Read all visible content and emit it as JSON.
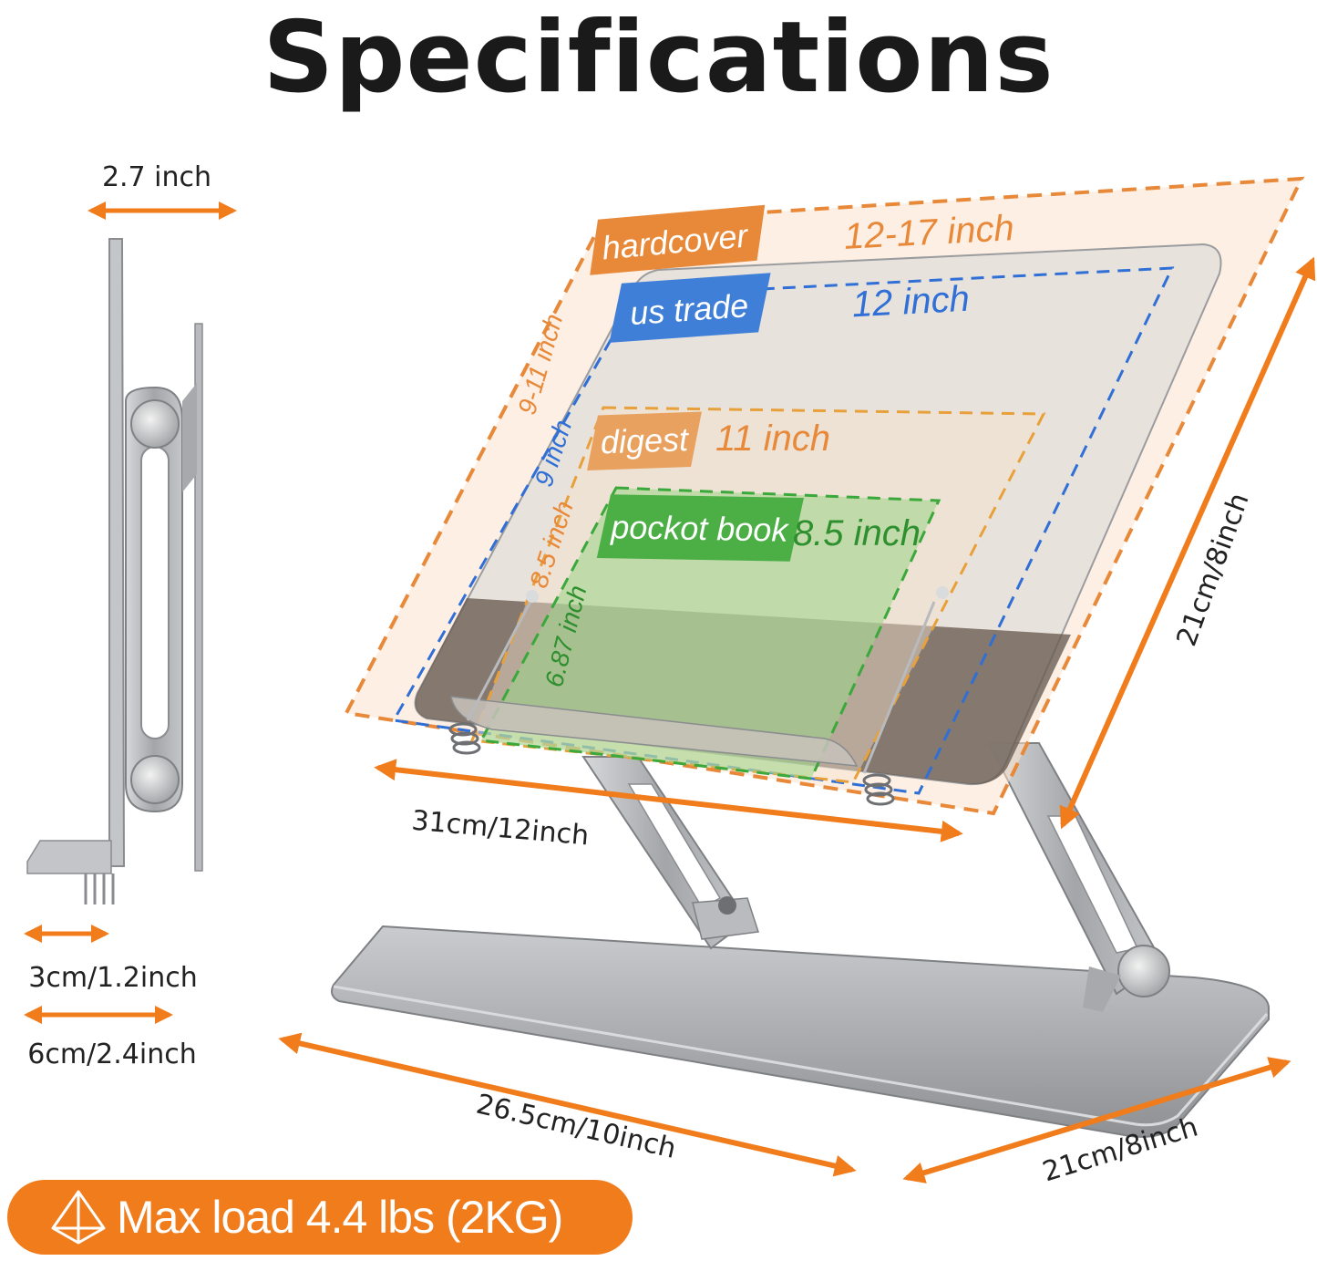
{
  "title": "Specifications",
  "colors": {
    "accent": "#f07c1c",
    "blue": "#2f6fd6",
    "green": "#3aa83a",
    "metal": "#a9abae"
  },
  "side_view": {
    "top_width": "2.7 inch",
    "foot_small": "3cm/1.2inch",
    "foot_large": "6cm/2.4inch"
  },
  "front_view": {
    "shelf_width": "31cm/12inch",
    "panel_height": "21cm/8inch",
    "base_width": "26.5cm/10inch",
    "base_depth": "21cm/8inch"
  },
  "book_sizes": [
    {
      "label": "hardcover",
      "width": "12-17 inch",
      "height": "9-11 inch",
      "color": "#e8893a"
    },
    {
      "label": "us trade",
      "width": "12 inch",
      "height": "9 inch",
      "color": "#2f6fd6"
    },
    {
      "label": "digest",
      "width": "11 inch",
      "height": "8.5 inch",
      "color": "#e8893a"
    },
    {
      "label": "pockot book",
      "width": "8.5 inch",
      "height": "6.87 inch",
      "color": "#3aa83a"
    }
  ],
  "badge": {
    "icon": "pyramid-load-icon",
    "text": "Max load 4.4 lbs (2KG)"
  }
}
